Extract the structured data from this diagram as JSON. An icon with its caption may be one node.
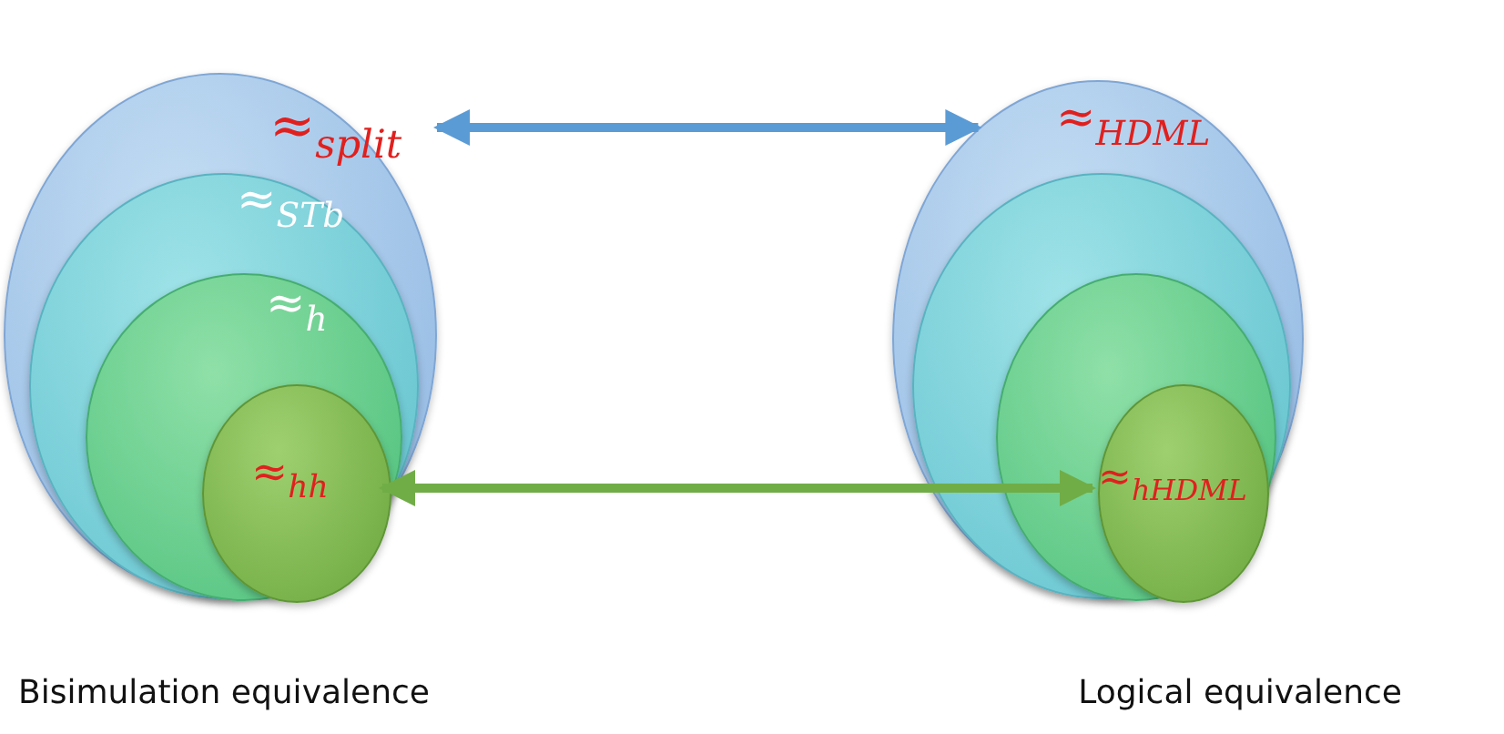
{
  "diagram": {
    "nodes": [
      {
        "text": [
          "≈$_{split}$"
        ]
      },
      {
        "text": [
          "≈$_{STb}$"
        ],
        "in": 0
      },
      {
        "text": [
          "≈$_{h}$"
        ],
        "in": 1
      },
      {
        "text": [
          "≈$_{hh}$"
        ],
        "in": 2
      },
      {
        "text": [
          "≈$_{HDML}$"
        ]
      },
      {
        "text": [],
        "shape": "circle",
        "in": 4
      },
      {
        "text": [],
        "shape": "circle",
        "in": 5
      },
      {
        "text": [
          "≈$_{hHDML}$"
        ],
        "in": 6
      }
    ],
    "edges": [
      {
        "from": 0,
        "to": 4,
        "arrow": "both",
        "color": "#5b9bd5"
      },
      {
        "from": 3,
        "to": 7,
        "arrow": "both",
        "color": "#70ad47"
      }
    ],
    "labels": [
      "Bisimulation equivalence",
      "Logical equivalence"
    ]
  }
}
